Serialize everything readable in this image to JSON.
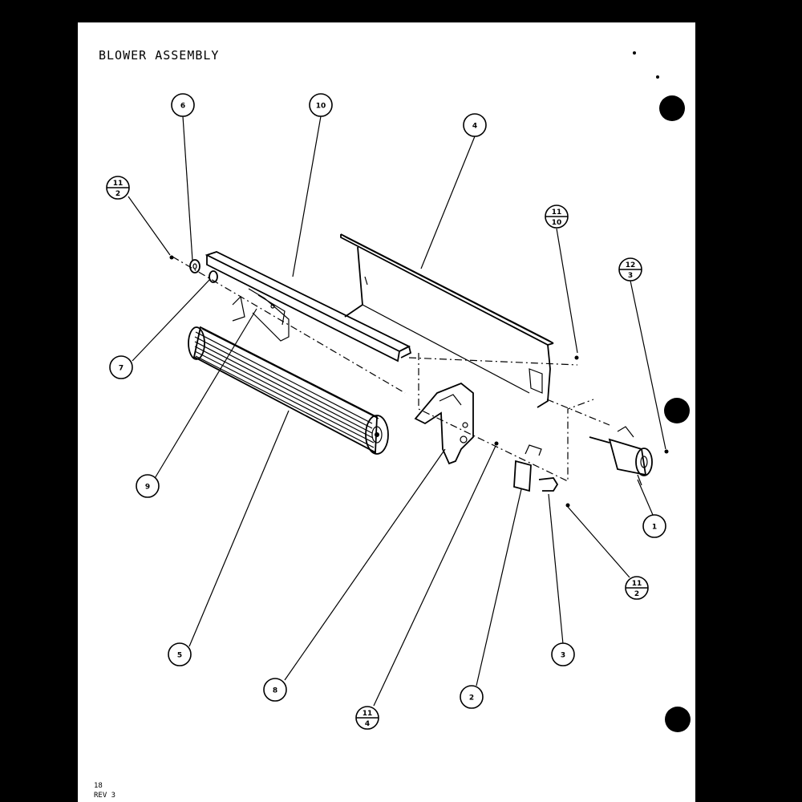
{
  "title": "BLOWER ASSEMBLY",
  "footer": {
    "line1": "18",
    "line2": "REV 3"
  },
  "callouts": [
    {
      "id": "c6",
      "type": "single",
      "text": "6"
    },
    {
      "id": "c10",
      "type": "single",
      "text": "10"
    },
    {
      "id": "c4",
      "type": "single",
      "text": "4"
    },
    {
      "id": "c11-2a",
      "type": "fraction",
      "top": "11",
      "bottom": "2"
    },
    {
      "id": "c11-10",
      "type": "fraction",
      "top": "11",
      "bottom": "10"
    },
    {
      "id": "c12-3",
      "type": "fraction",
      "top": "12",
      "bottom": "3"
    },
    {
      "id": "c7",
      "type": "single",
      "text": "7"
    },
    {
      "id": "c9",
      "type": "single",
      "text": "9"
    },
    {
      "id": "c5",
      "type": "single",
      "text": "5"
    },
    {
      "id": "c8",
      "type": "single",
      "text": "8"
    },
    {
      "id": "c11-4",
      "type": "fraction",
      "top": "11",
      "bottom": "4"
    },
    {
      "id": "c2",
      "type": "single",
      "text": "2"
    },
    {
      "id": "c3",
      "type": "single",
      "text": "3"
    },
    {
      "id": "c11-2b",
      "type": "fraction",
      "top": "11",
      "bottom": "2"
    },
    {
      "id": "c1",
      "type": "single",
      "text": "1"
    }
  ]
}
